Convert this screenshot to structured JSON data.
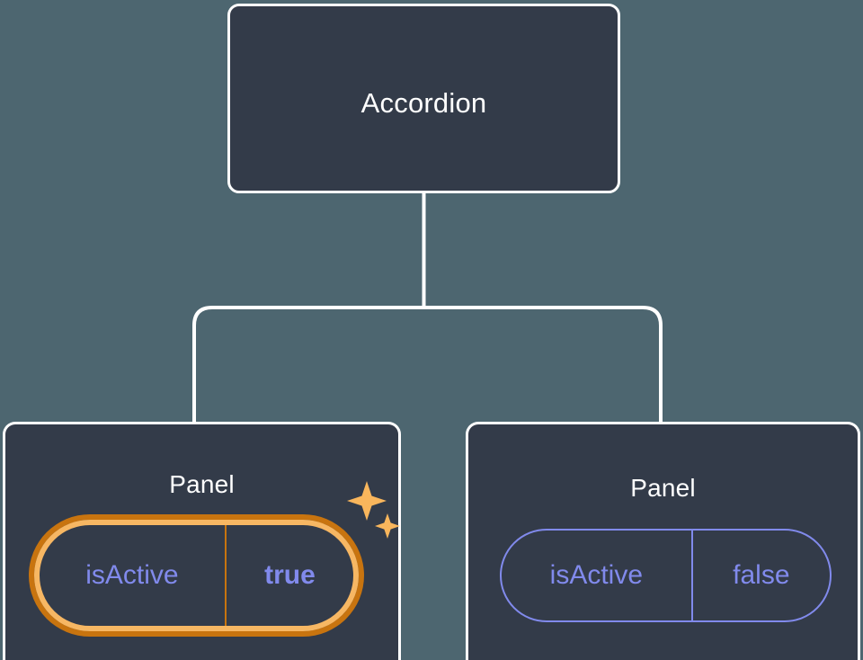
{
  "diagram": {
    "kind": "component-tree",
    "background_color": "#4d6670",
    "node_fill_color": "#333b49",
    "node_border_color": "#ffffff",
    "connector_color": "#ffffff",
    "prop_color": "#818aec",
    "highlight_color_outer": "#c8740f",
    "highlight_color_inner": "#f7b763"
  },
  "root": {
    "label": "Accordion"
  },
  "children": [
    {
      "label": "Panel",
      "highlighted": true,
      "prop": {
        "key": "isActive",
        "value": "true"
      },
      "decoration": "sparkles-icon"
    },
    {
      "label": "Panel",
      "highlighted": false,
      "prop": {
        "key": "isActive",
        "value": "false"
      }
    }
  ]
}
